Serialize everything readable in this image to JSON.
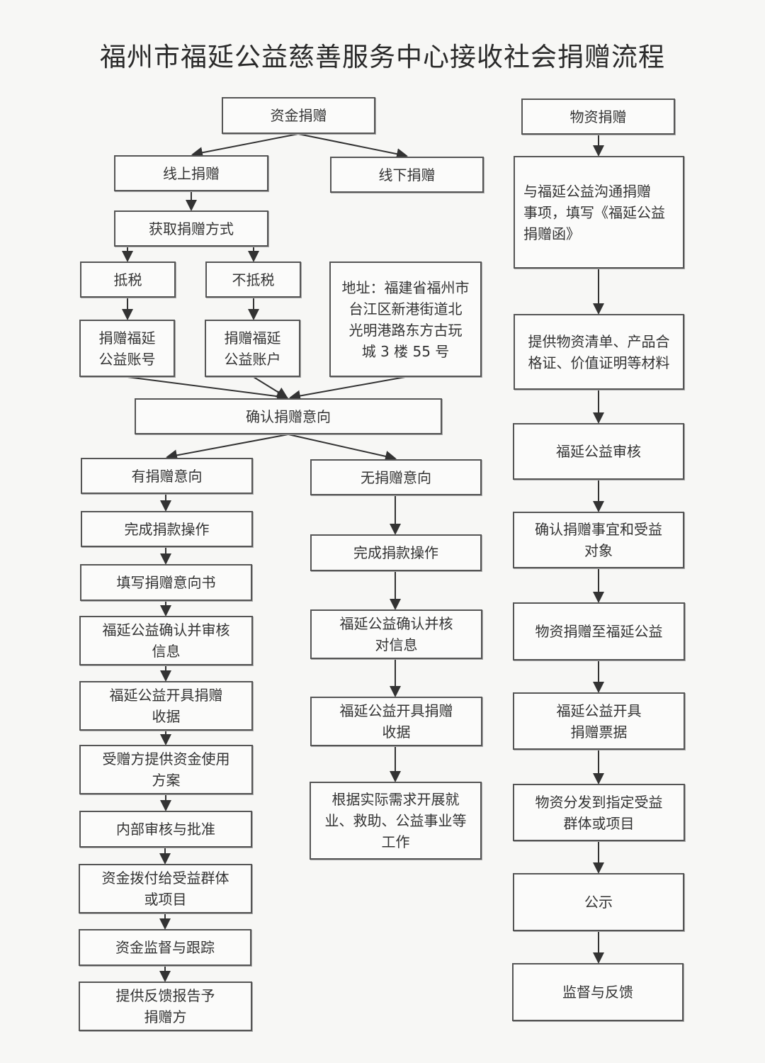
{
  "title": "福州市福延公益慈善服务中心接收社会捐赠流程",
  "nodes": {
    "fund": "资金捐赠",
    "online": "线上捐赠",
    "offline": "线下捐赠",
    "get_method": "获取捐赠方式",
    "tax": "抵税",
    "no_tax": "不抵税",
    "acct1": "捐赠福延\n公益账号",
    "acct2": "捐赠福延\n公益账户",
    "address": "地址：福建省福州市\n台江区新港街道北\n光明港路东方古玩\n城 3 楼 55 号",
    "confirm_intent": "确认捐赠意向",
    "has_intent": "有捐赠意向",
    "no_intent": "无捐赠意向",
    "l1": "完成捐款操作",
    "l2": "填写捐赠意向书",
    "l3": "福延公益确认并审核\n信息",
    "l4": "福延公益开具捐赠\n收据",
    "l5": "受赠方提供资金使用\n方案",
    "l6": "内部审核与批准",
    "l7": "资金拨付给受益群体\n或项目",
    "l8": "资金监督与跟踪",
    "l9": "提供反馈报告予\n捐赠方",
    "m1": "完成捐款操作",
    "m2": "福延公益确认并核\n对信息",
    "m3": "福延公益开具捐赠\n收据",
    "m4": "根据实际需求开展就\n业、救助、公益事业等\n工作",
    "goods": "物资捐赠",
    "r1": "与福延公益沟通捐赠\n事项，填写《福延公益\n捐赠函》",
    "r2": "提供物资清单、产品合\n格证、价值证明等材料",
    "r3": "福延公益审核",
    "r4": "确认捐赠事宜和受益\n对象",
    "r5": "物资捐赠至福延公益",
    "r6": "福延公益开具\n捐赠票据",
    "r7": "物资分发到指定受益\n群体或项目",
    "r8": "公示",
    "r9": "监督与反馈"
  }
}
